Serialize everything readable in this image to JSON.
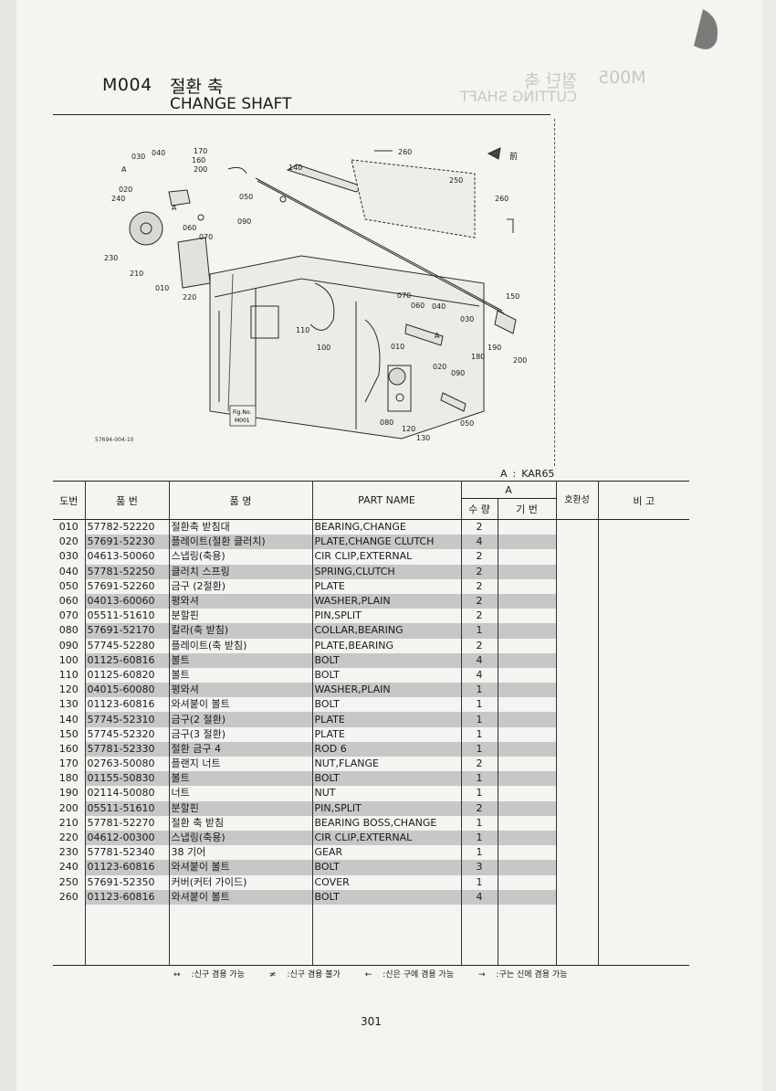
{
  "header": {
    "code": "M004",
    "title_kr": "절환 축",
    "title_en": "CHANGE SHAFT"
  },
  "bleed": {
    "code": "M005",
    "title_kr": "절단 축",
    "title_en": "CUTTING SHAFT"
  },
  "diagram": {
    "labels": [
      "030",
      "040",
      "020",
      "240",
      "230",
      "210",
      "010",
      "060",
      "070",
      "220",
      "090",
      "170",
      "160",
      "200",
      "050",
      "140",
      "260",
      "250",
      "260",
      "110",
      "100",
      "070",
      "060",
      "040",
      "030",
      "010",
      "020",
      "090",
      "080",
      "120",
      "130",
      "150",
      "190",
      "180",
      "200",
      "050",
      "A",
      "A",
      "A"
    ],
    "direction_label": "前",
    "fig_ref": [
      "Fig.No.",
      "M001"
    ],
    "fig_id": "57694-004-10"
  },
  "model_note": {
    "key": "A",
    "value": "KAR65"
  },
  "table": {
    "headers": {
      "no": "도번",
      "part_no": "품 번",
      "name_kr": "품 명",
      "part_name": "PART NAME",
      "group_a": "A",
      "qty": "수 량",
      "serial": "기 번",
      "compat": "호환성",
      "remarks": "비 고"
    },
    "rows": [
      {
        "no": "010",
        "part": "57782-52220",
        "kr": "절환축 받침대",
        "en": "BEARING,CHANGE",
        "qty": "2",
        "shade": false
      },
      {
        "no": "020",
        "part": "57691-52230",
        "kr": "플레이트(절환 클러치)",
        "en": "PLATE,CHANGE CLUTCH",
        "qty": "4",
        "shade": true
      },
      {
        "no": "030",
        "part": "04613-50060",
        "kr": "스냅링(축용)",
        "en": "CIR CLIP,EXTERNAL",
        "qty": "2",
        "shade": false
      },
      {
        "no": "040",
        "part": "57781-52250",
        "kr": "클러치 스프링",
        "en": "SPRING,CLUTCH",
        "qty": "2",
        "shade": true
      },
      {
        "no": "050",
        "part": "57691-52260",
        "kr": "금구 (2절환)",
        "en": "PLATE",
        "qty": "2",
        "shade": false
      },
      {
        "no": "060",
        "part": "04013-60060",
        "kr": "평와셔",
        "en": "WASHER,PLAIN",
        "qty": "2",
        "shade": true
      },
      {
        "no": "070",
        "part": "05511-51610",
        "kr": "분할핀",
        "en": "PIN,SPLIT",
        "qty": "2",
        "shade": false
      },
      {
        "no": "080",
        "part": "57691-52170",
        "kr": "칼라(축 받침)",
        "en": "COLLAR,BEARING",
        "qty": "1",
        "shade": true
      },
      {
        "no": "090",
        "part": "57745-52280",
        "kr": "플레이트(축 받침)",
        "en": "PLATE,BEARING",
        "qty": "2",
        "shade": false
      },
      {
        "no": "100",
        "part": "01125-60816",
        "kr": "볼트",
        "en": "BOLT",
        "qty": "4",
        "shade": true
      },
      {
        "no": "110",
        "part": "01125-60820",
        "kr": "볼트",
        "en": "BOLT",
        "qty": "4",
        "shade": false
      },
      {
        "no": "120",
        "part": "04015-60080",
        "kr": "평와셔",
        "en": "WASHER,PLAIN",
        "qty": "1",
        "shade": true
      },
      {
        "no": "130",
        "part": "01123-60816",
        "kr": "와셔붙이 볼트",
        "en": "BOLT",
        "qty": "1",
        "shade": false
      },
      {
        "no": "140",
        "part": "57745-52310",
        "kr": "금구(2 절환)",
        "en": "PLATE",
        "qty": "1",
        "shade": true
      },
      {
        "no": "150",
        "part": "57745-52320",
        "kr": "금구(3 절환)",
        "en": "PLATE",
        "qty": "1",
        "shade": false
      },
      {
        "no": "160",
        "part": "57781-52330",
        "kr": "절환 금구 4",
        "en": "ROD 6",
        "qty": "1",
        "shade": true
      },
      {
        "no": "170",
        "part": "02763-50080",
        "kr": "플랜지 너트",
        "en": "NUT,FLANGE",
        "qty": "2",
        "shade": false
      },
      {
        "no": "180",
        "part": "01155-50830",
        "kr": "볼트",
        "en": "BOLT",
        "qty": "1",
        "shade": true
      },
      {
        "no": "190",
        "part": "02114-50080",
        "kr": "너트",
        "en": "NUT",
        "qty": "1",
        "shade": false
      },
      {
        "no": "200",
        "part": "05511-51610",
        "kr": "분할핀",
        "en": "PIN,SPLIT",
        "qty": "2",
        "shade": true
      },
      {
        "no": "210",
        "part": "57781-52270",
        "kr": "절환 축 받침",
        "en": "BEARING BOSS,CHANGE",
        "qty": "1",
        "shade": false
      },
      {
        "no": "220",
        "part": "04612-00300",
        "kr": "스냅링(축용)",
        "en": "CIR CLIP,EXTERNAL",
        "qty": "1",
        "shade": true
      },
      {
        "no": "230",
        "part": "57781-52340",
        "kr": "38 기어",
        "en": "GEAR",
        "qty": "1",
        "shade": false
      },
      {
        "no": "240",
        "part": "01123-60816",
        "kr": "와셔붙이 볼트",
        "en": "BOLT",
        "qty": "3",
        "shade": true
      },
      {
        "no": "250",
        "part": "57691-52350",
        "kr": "커버(커터 가이드)",
        "en": "COVER",
        "qty": "1",
        "shade": false
      },
      {
        "no": "260",
        "part": "01123-60816",
        "kr": "와셔붙이 볼트",
        "en": "BOLT",
        "qty": "4",
        "shade": true
      }
    ]
  },
  "legend": [
    {
      "sym": "↔",
      "text": ":신구 겸용 가능"
    },
    {
      "sym": "≠",
      "text": ":신구 겸용 불가"
    },
    {
      "sym": "←",
      "text": ":신은 구에 겸용 가능"
    },
    {
      "sym": "→",
      "text": ":구는 신에 겸용 가능"
    }
  ],
  "page_number": "301"
}
